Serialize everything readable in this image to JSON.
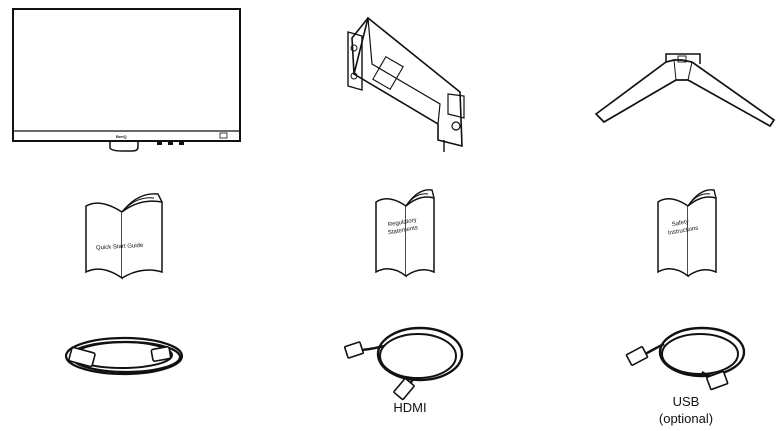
{
  "items": {
    "monitor": {
      "logo": "BenQ"
    },
    "quick_start_guide": {
      "label": "Quick Start Guide"
    },
    "regulatory": {
      "line1": "Regulatory",
      "line2": "Statements"
    },
    "safety": {
      "line1": "Safety",
      "line2": "Instructions"
    },
    "hdmi_cable": {
      "caption": "HDMI"
    },
    "usb_cable": {
      "caption_line1": "USB",
      "caption_line2": "(optional)"
    }
  }
}
